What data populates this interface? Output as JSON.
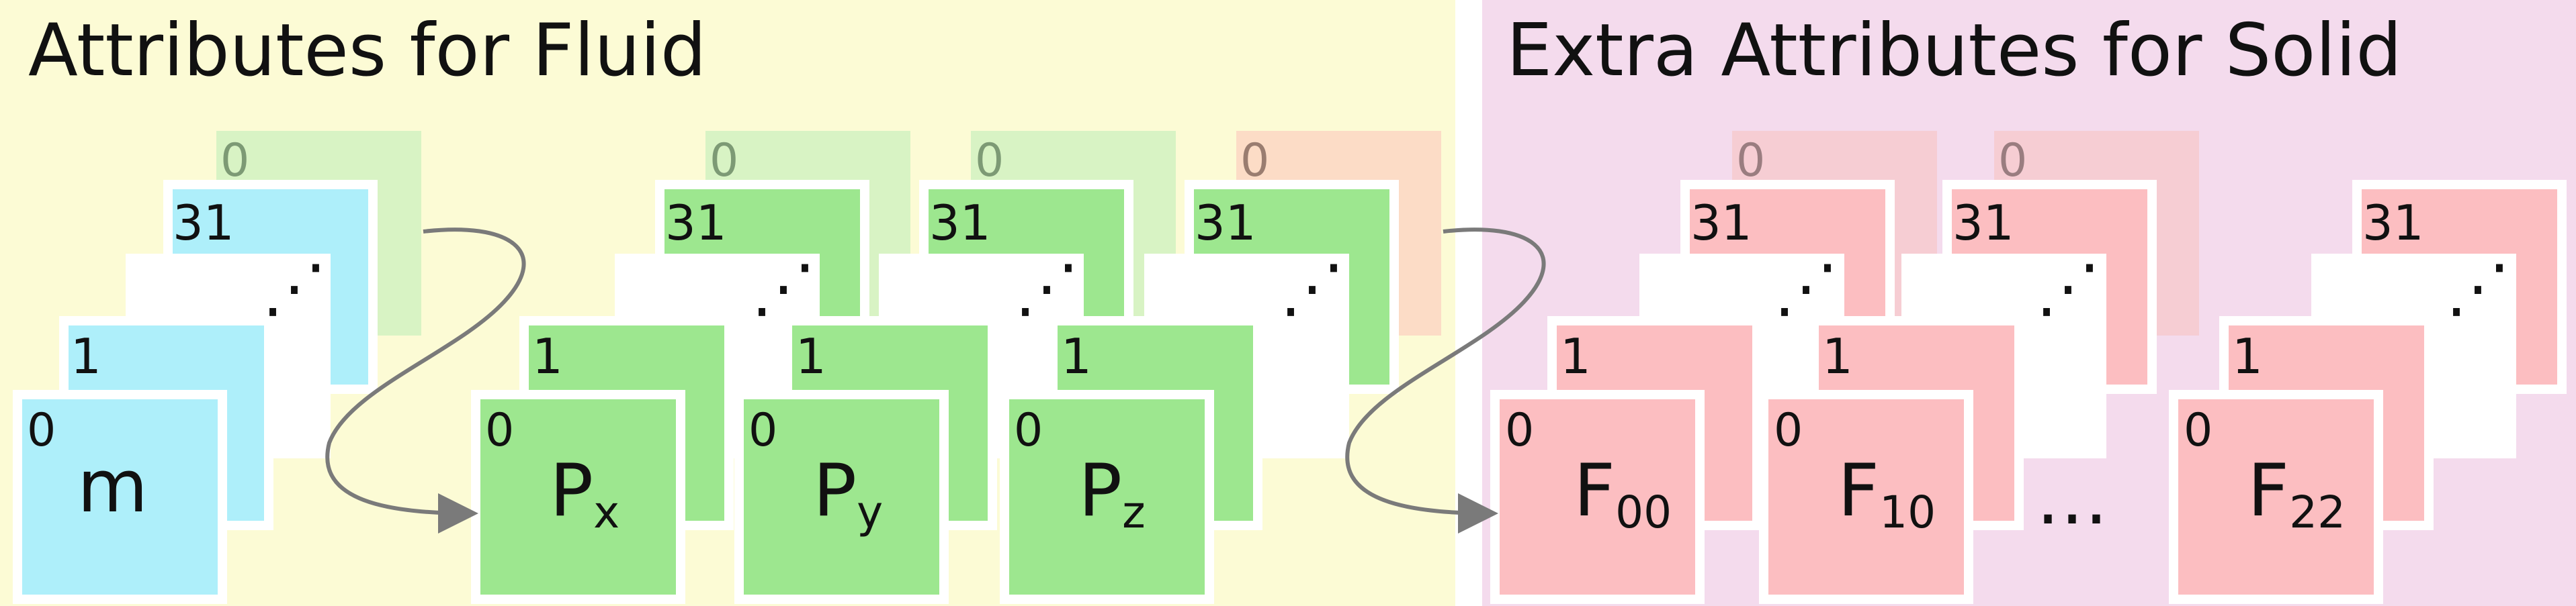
{
  "sections": {
    "fluid": {
      "title": "Attributes for Fluid",
      "bg": "#fcfbd5"
    },
    "solid": {
      "title": "Extra Attributes for Solid",
      "bg": "#f4dbed"
    }
  },
  "colors": {
    "mass": "#aeeffa",
    "momentum": "#9de78f",
    "momentum_faded": "#d8f3c4",
    "deform": "#fcbec1",
    "deform_faded": "#f6cdd3",
    "orange_faded": "#fcdcc6",
    "arrow": "#7a7a7a"
  },
  "labels": {
    "zero": "0",
    "one": "1",
    "thirtyone": "31",
    "dots": "⋰",
    "ellipsis": "…"
  },
  "attributes": {
    "m": {
      "base": "m",
      "sub": ""
    },
    "px": {
      "base": "P",
      "sub": "x"
    },
    "py": {
      "base": "P",
      "sub": "y"
    },
    "pz": {
      "base": "P",
      "sub": "z"
    },
    "f00": {
      "base": "F",
      "sub": "00"
    },
    "f10": {
      "base": "F",
      "sub": "10"
    },
    "f22": {
      "base": "F",
      "sub": "22"
    }
  }
}
